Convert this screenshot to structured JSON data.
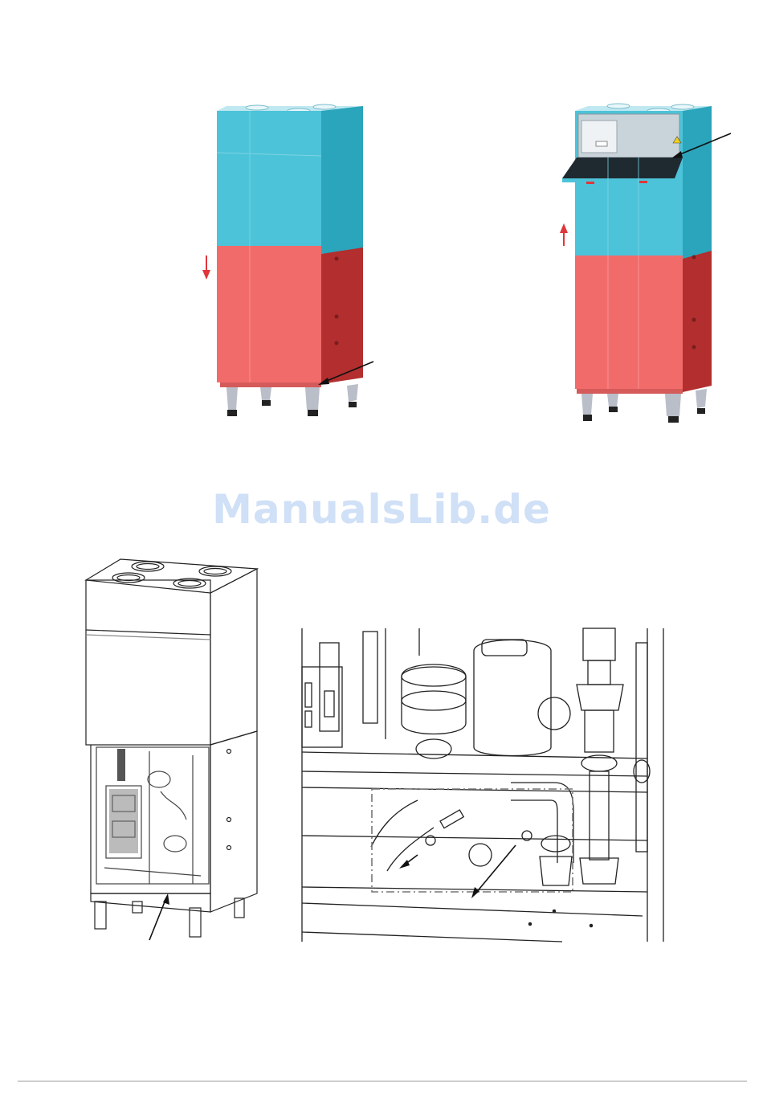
{
  "watermark": {
    "text": "ManualsLib.de",
    "color": "#cfe0f7"
  },
  "colors": {
    "upper_module_front": "#4cc3d9",
    "upper_module_side": "#2aa5bb",
    "lower_module_front": "#f26b6b",
    "lower_module_side": "#b32e2e",
    "arrow_red": "#e0353a",
    "line_drawing": "#222222"
  },
  "figures": [
    {
      "name": "unit-closed-lower-cover",
      "icons": [
        "arrow-down-icon",
        "pointer-arrow-icon"
      ]
    },
    {
      "name": "unit-upper-panel-open",
      "icons": [
        "arrow-up-icon",
        "pointer-arrow-icon"
      ]
    },
    {
      "name": "unit-line-drawing-open",
      "icons": [
        "pointer-arrow-icon"
      ]
    },
    {
      "name": "detail-pipework",
      "icons": [
        "pointer-arrow-icon",
        "dashed-highlight-box"
      ]
    }
  ]
}
